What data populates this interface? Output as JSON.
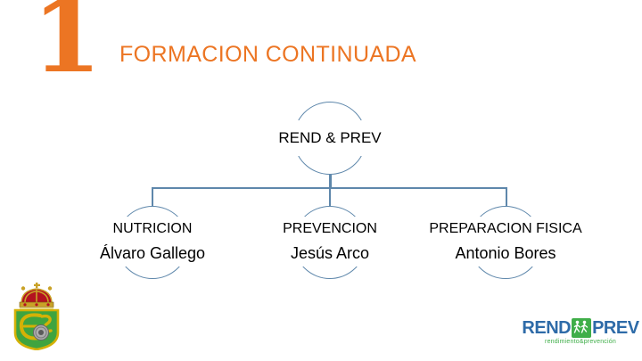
{
  "slide": {
    "number": "1",
    "title": "FORMACION CONTINUADA"
  },
  "org_chart": {
    "root": {
      "label": "REND & PREV"
    },
    "children": [
      {
        "role": "NUTRICION",
        "name": "Álvaro Gallego"
      },
      {
        "role": "PREVENCION",
        "name": "Jesús Arco"
      },
      {
        "role": "PREPARACION FISICA",
        "name": "Antonio Bores"
      }
    ]
  },
  "footer": {
    "crest_icon": "federation-crest",
    "brand": {
      "word_left": "REND",
      "word_right": "PREV",
      "icon": "runners-icon",
      "tagline": "rendimiento&prevención"
    }
  },
  "colors": {
    "accent_orange": "#EC7523",
    "line_blue": "#5E87AB",
    "logo_blue": "#2E6BA8",
    "logo_green": "#3FAE49",
    "shield_green": "#3FA43F",
    "shield_gold": "#D4B106",
    "crown_red": "#B3121F",
    "crown_gold": "#C9A227"
  }
}
